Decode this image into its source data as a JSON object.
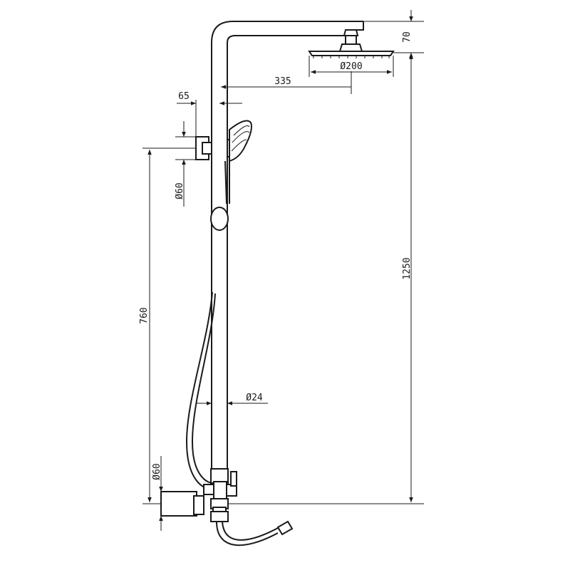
{
  "diagram": {
    "dimensions": {
      "overhead_drop": "70",
      "head_diameter": "Ø200",
      "arm_reach": "335",
      "handshower_offset": "65",
      "wall_bracket_diameter": "Ø60",
      "total_height": "1250",
      "bracket_height": "760",
      "pipe_diameter": "Ø24",
      "mixer_diameter": "Ø60"
    }
  }
}
